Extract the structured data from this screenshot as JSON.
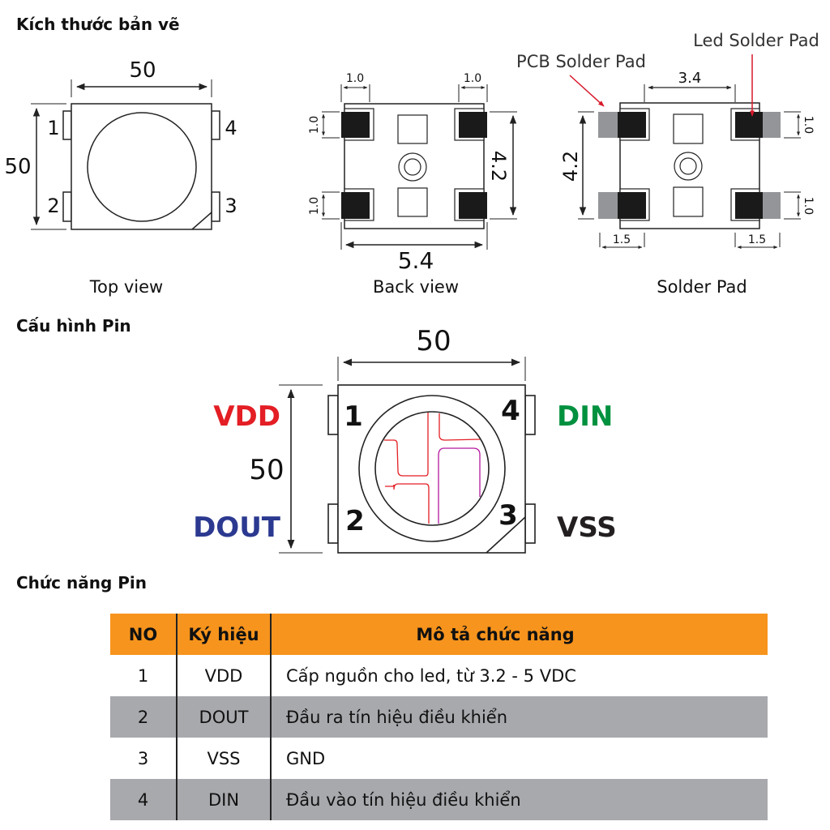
{
  "sections": {
    "drawing_dimensions": "Kích thước bản vẽ",
    "pin_config": "Cấu hình Pin",
    "pin_function": "Chức năng Pin"
  },
  "top_view": {
    "caption": "Top view",
    "width_label": "50",
    "height_label": "50",
    "pins": [
      "1",
      "2",
      "3",
      "4"
    ]
  },
  "back_view": {
    "caption": "Back view",
    "pad_width_left": "1.0",
    "pad_width_right": "1.0",
    "pad_height_top": "1.0",
    "pad_height_bottom": "1.0",
    "pad_spacing": "4.2",
    "body_width": "5.4"
  },
  "solder_pad": {
    "caption": "Solder Pad",
    "pcb_label": "PCB Solder Pad",
    "led_label": "Led Solder Pad",
    "inner_width": "3.4",
    "pad_spacing": "4.2",
    "pad_height_top": "1.0",
    "pad_height_bottom": "1.0",
    "pad_len_left": "1.5",
    "pad_len_right": "1.5",
    "colors": {
      "pcb_pad": "#939598",
      "led_pad": "#1a1a1a",
      "arrow": "#d7182a"
    }
  },
  "pin_config": {
    "width_label": "50",
    "height_label": "50",
    "pins": [
      "1",
      "2",
      "3",
      "4"
    ],
    "signals": {
      "pin1": {
        "name": "VDD",
        "color": "#e31e24"
      },
      "pin2": {
        "name": "DOUT",
        "color": "#2b3990"
      },
      "pin3": {
        "name": "VSS",
        "color": "#231f20"
      },
      "pin4": {
        "name": "DIN",
        "color": "#00913f"
      }
    }
  },
  "table": {
    "header": {
      "no": "NO",
      "symbol": "Ký hiệu",
      "description": "Mô tả chức năng"
    },
    "header_color": "#f7941d",
    "rows": [
      {
        "no": "1",
        "symbol": "VDD",
        "description": "Cấp nguồn cho led, từ 3.2 - 5 VDC"
      },
      {
        "no": "2",
        "symbol": "DOUT",
        "description": "Đầu ra tín hiệu điều khiển"
      },
      {
        "no": "3",
        "symbol": "VSS",
        "description": "GND"
      },
      {
        "no": "4",
        "symbol": "DIN",
        "description": "Đầu vào tín hiệu điều khiển"
      }
    ]
  }
}
